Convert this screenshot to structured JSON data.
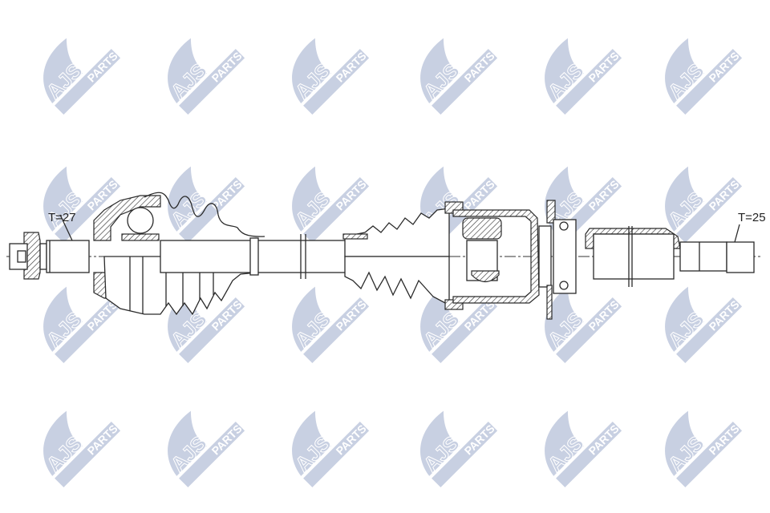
{
  "watermark": {
    "text_main": "AJS",
    "text_sub": "PARTS",
    "color": "#c3cbdf",
    "columns": 6,
    "rows": 4
  },
  "labels": {
    "left_spline": "T=27",
    "right_spline": "T=25"
  },
  "colors": {
    "line": "#2a2a2a",
    "background": "#ffffff"
  }
}
